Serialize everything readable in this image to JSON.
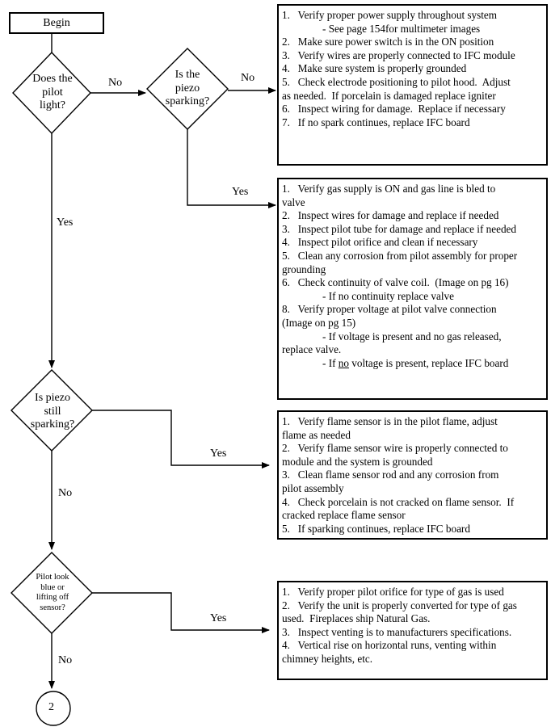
{
  "begin": "Begin",
  "decisions": {
    "pilot_light": [
      "Does the",
      "pilot",
      "light?"
    ],
    "piezo_sparking": [
      "Is the",
      "piezo",
      "sparking?"
    ],
    "piezo_still": [
      "Is piezo",
      "still",
      "sparking?"
    ],
    "pilot_blue": [
      "Pilot look",
      "blue or",
      "lifting off",
      "sensor?"
    ]
  },
  "labels": {
    "no": "No",
    "yes": "Yes"
  },
  "connector": "2",
  "box1": {
    "lines": [
      {
        "type": "item",
        "text": "1.   Verify proper power supply throughout system"
      },
      {
        "type": "sub",
        "text": "- See page 154for multimeter images"
      },
      {
        "type": "item",
        "text": "2.   Make sure power switch is in the ON position"
      },
      {
        "type": "item",
        "text": "3.   Verify wires are properly connected to IFC module"
      },
      {
        "type": "item",
        "text": "4.   Make sure system is properly grounded"
      },
      {
        "type": "item",
        "text": "5.   Check electrode positioning to pilot hood.  Adjust"
      },
      {
        "type": "cont",
        "text": "as needed.  If porcelain is damaged replace igniter"
      },
      {
        "type": "item",
        "text": "6.   Inspect wiring for damage.  Replace if necessary"
      },
      {
        "type": "item",
        "text": "7.   If no spark continues, replace IFC board"
      }
    ]
  },
  "box2": {
    "lines": [
      {
        "type": "item",
        "text": "1.   Verify gas supply is ON and gas line is bled to"
      },
      {
        "type": "cont",
        "text": "valve"
      },
      {
        "type": "item",
        "text": "2.   Inspect wires for damage and replace if needed"
      },
      {
        "type": "item",
        "text": "3.   Inspect pilot tube for damage and replace if needed"
      },
      {
        "type": "item",
        "text": "4.   Inspect pilot orifice and clean if necessary"
      },
      {
        "type": "item",
        "text": "5.   Clean any corrosion from pilot assembly for proper"
      },
      {
        "type": "cont",
        "text": "grounding"
      },
      {
        "type": "item",
        "text": "6.   Check continuity of valve coil.  (Image on pg 16)"
      },
      {
        "type": "sub",
        "text": "- If no continuity replace valve"
      },
      {
        "type": "item",
        "text": "8.   Verify proper voltage at pilot valve connection"
      },
      {
        "type": "cont",
        "text": "(Image on pg 15)"
      },
      {
        "type": "sub",
        "text": "- If voltage is present and no gas released,"
      },
      {
        "type": "cont",
        "text": "replace valve."
      },
      {
        "type": "sub_u",
        "pre": "- If ",
        "u": "no",
        "post": " voltage is present, replace IFC board"
      }
    ]
  },
  "box3": {
    "lines": [
      {
        "type": "item",
        "text": "1.   Verify flame sensor is in the pilot flame, adjust"
      },
      {
        "type": "cont",
        "text": "flame as needed"
      },
      {
        "type": "item",
        "text": "2.   Verify flame sensor wire is properly connected to"
      },
      {
        "type": "cont",
        "text": "module and the system is grounded"
      },
      {
        "type": "item",
        "text": "3.   Clean flame sensor rod and any corrosion from"
      },
      {
        "type": "cont",
        "text": "pilot assembly"
      },
      {
        "type": "item",
        "text": "4.   Check porcelain is not cracked on flame sensor.  If"
      },
      {
        "type": "cont",
        "text": "cracked replace flame sensor"
      },
      {
        "type": "item",
        "text": "5.   If sparking continues, replace IFC board"
      }
    ]
  },
  "box4": {
    "lines": [
      {
        "type": "item",
        "text": "1.   Verify proper pilot orifice for type of gas is used"
      },
      {
        "type": "item",
        "text": "2.   Verify the unit is properly converted for type of gas"
      },
      {
        "type": "cont",
        "text": "used.  Fireplaces ship Natural Gas."
      },
      {
        "type": "item",
        "text": "3.   Inspect venting is to manufacturers specifications."
      },
      {
        "type": "item",
        "text": "4.   Vertical rise on horizontal runs, venting within"
      },
      {
        "type": "cont",
        "text": "chimney heights, etc."
      }
    ]
  }
}
